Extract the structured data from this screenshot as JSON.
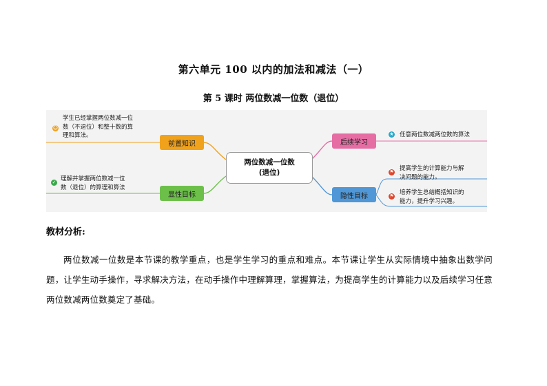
{
  "unit_title": "第六单元  100 以内的加法和减法（一）",
  "lesson_title": "第 5 课时  两位数减一位数（退位）",
  "mindmap": {
    "center": {
      "line1": "两位数减一位数",
      "line2": "(退位)"
    },
    "prior": {
      "label": "前置知识",
      "leaf": [
        "学生已经掌握两位数减一位",
        "数（不退位）和整十数的算",
        "理和算法。"
      ]
    },
    "explicit": {
      "label": "显性目标",
      "leaf": [
        "理解并掌握两位数减一位",
        "数（退位）的算理和算法"
      ]
    },
    "follow": {
      "label": "后续学习",
      "leaf": [
        "任意两位数减两位数的算法"
      ]
    },
    "implicit": {
      "label": "隐性目标",
      "leaf1": [
        "提高学生的计算能力与解",
        "决问题的能力。"
      ],
      "leaf2": [
        "培养学生总结概括知识的",
        "能力，提升学习兴趣。"
      ]
    },
    "colors": {
      "prior": "#f0a21d",
      "explicit": "#6cc04a",
      "follow": "#e56da4",
      "implicit": "#4f97d6"
    },
    "icons": [
      "smile-icon",
      "check-icon",
      "star-icon",
      "flag-icon"
    ]
  },
  "analysis_heading": "教材分析:",
  "analysis_text": "两位数减一位数是本节课的教学重点，也是学生学习的重点和难点。本节课让学生从实际情境中抽象出数学问题，让学生动手操作，寻求解决方法，在动手操作中理解算理，掌握算法，为提高学生的计算能力以及后续学习任意两位数减两位数奠定了基础。"
}
